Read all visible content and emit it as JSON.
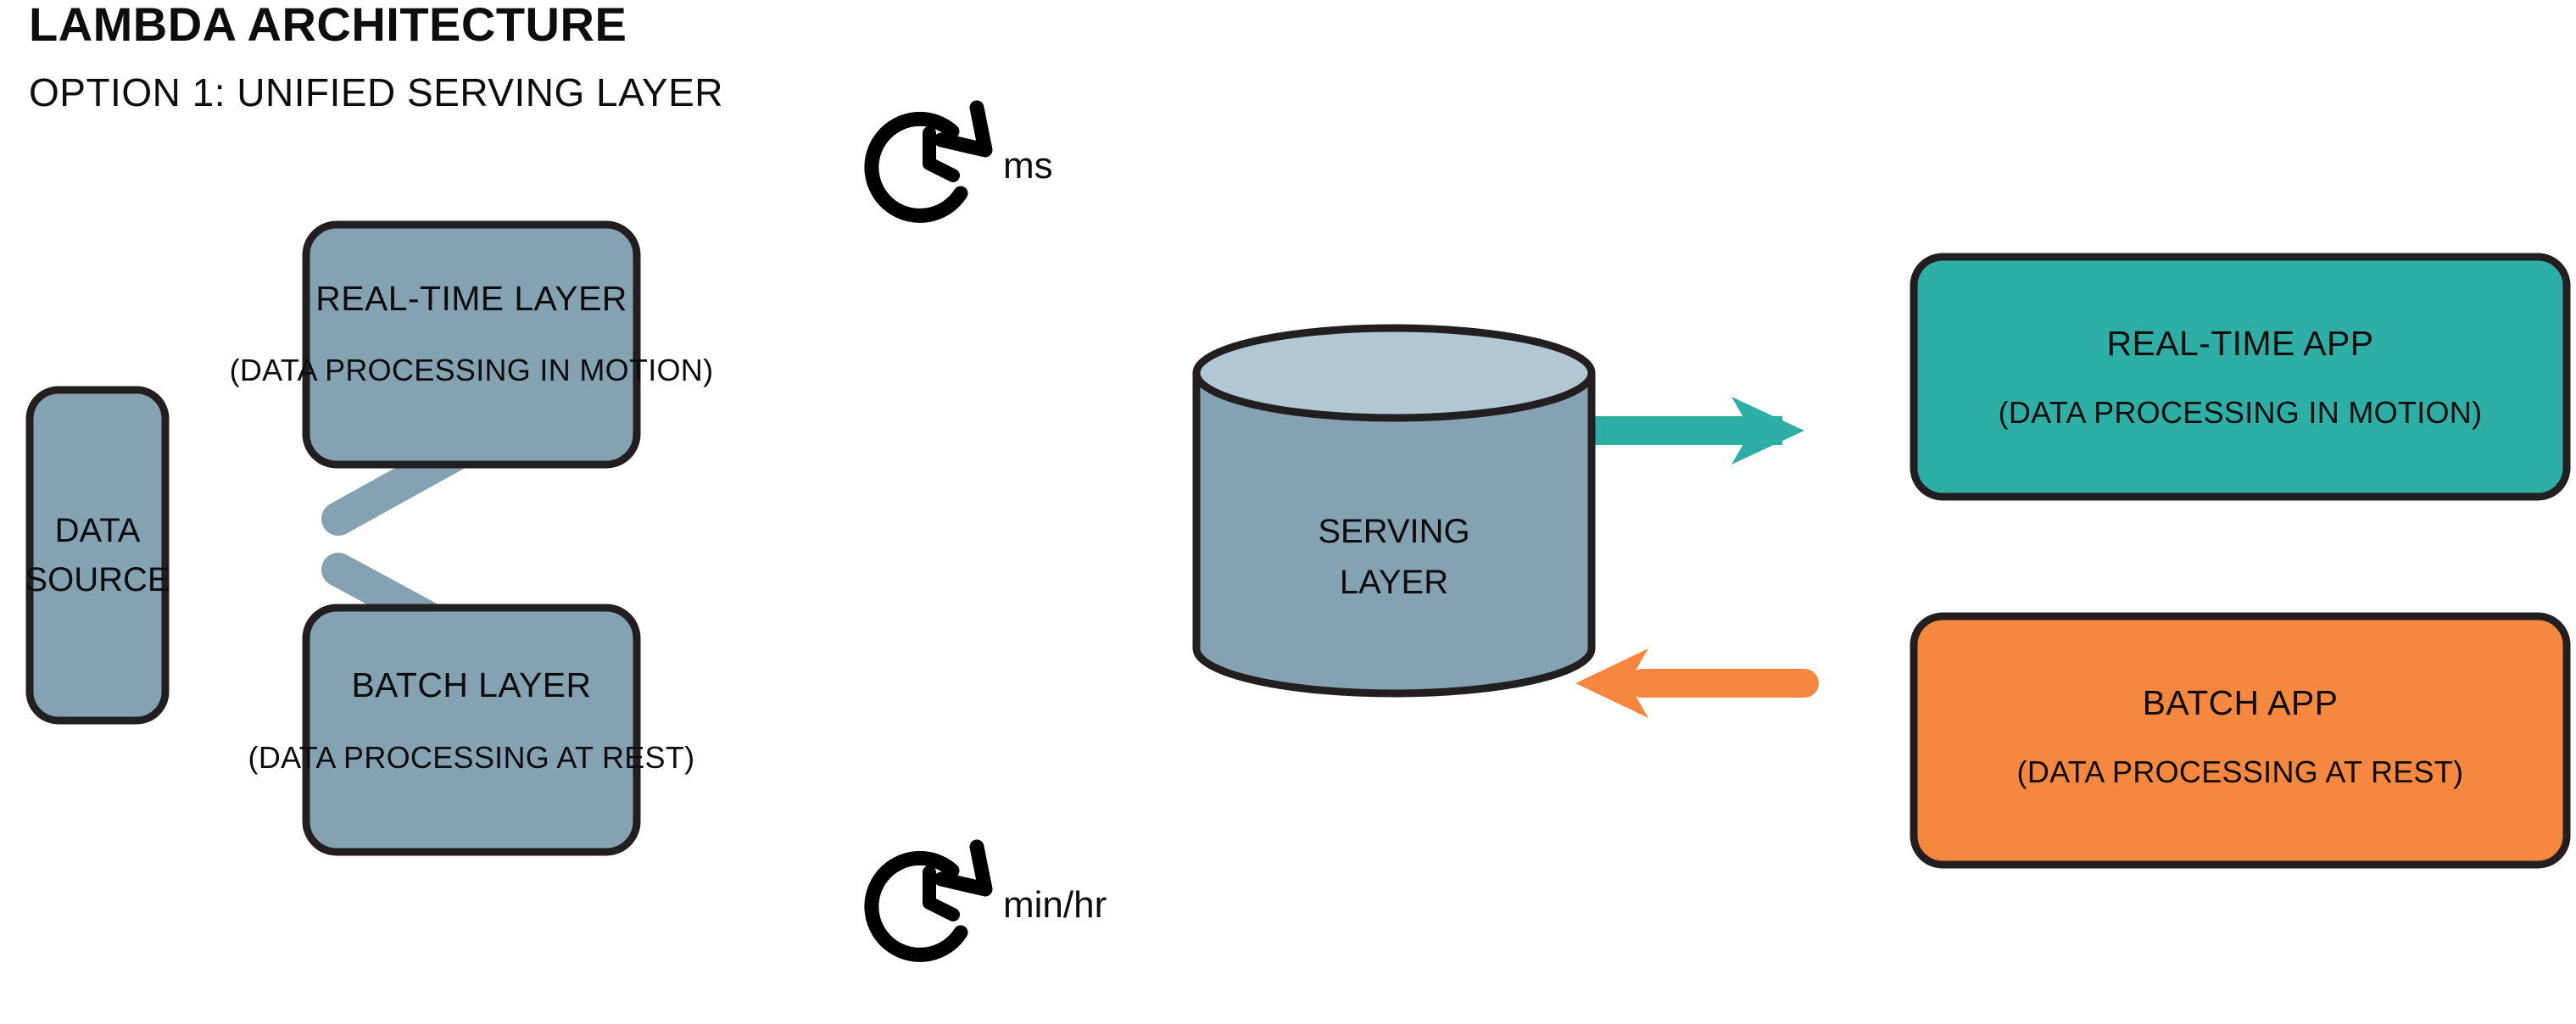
{
  "header": {
    "title": "LAMBDA ARCHITECTURE",
    "subtitle": "OPTION 1: UNIFIED SERVING LAYER"
  },
  "colors": {
    "slate_fill": "#85a2b2",
    "slate_top": "#b1c8d4",
    "teal": "#2eafa6",
    "orange": "#f5883e",
    "outline": "#231f20",
    "arrow_gray": "#85a2b2",
    "background": "#ffffff",
    "text": "#0d0d0d"
  },
  "nodes": {
    "data_source": {
      "label_line1": "DATA",
      "label_line2": "SOURCE",
      "fill": "#85a2b2"
    },
    "realtime_layer": {
      "title": "REAL-TIME LAYER",
      "subtitle": "(DATA PROCESSING IN MOTION)",
      "fill": "#85a2b2"
    },
    "batch_layer": {
      "title": "BATCH LAYER",
      "subtitle": "(DATA PROCESSING AT REST)",
      "fill": "#85a2b2"
    },
    "serving_layer": {
      "label_line1": "SERVING",
      "label_line2": "LAYER",
      "fill": "#85a2b2",
      "top_fill": "#b1c8d4"
    },
    "realtime_app": {
      "title": "REAL-TIME APP",
      "subtitle": "(DATA PROCESSING IN MOTION)",
      "fill": "#2eafa6"
    },
    "batch_app": {
      "title": "BATCH APP",
      "subtitle": "(DATA PROCESSING AT REST)",
      "fill": "#f5883e"
    }
  },
  "annotations": {
    "realtime_latency": {
      "icon": "clock-arrow-icon",
      "label": "ms"
    },
    "batch_latency": {
      "icon": "clock-arrow-icon",
      "label": "min/hr"
    }
  },
  "edges": [
    {
      "name": "source-to-realtime",
      "from": "data_source",
      "to": "realtime_layer",
      "color": "#85a2b2",
      "direction": "up-right"
    },
    {
      "name": "source-to-batch",
      "from": "data_source",
      "to": "batch_layer",
      "color": "#85a2b2",
      "direction": "down-right"
    },
    {
      "name": "serving-to-realtime-app",
      "from": "serving_layer",
      "to": "realtime_app",
      "color": "#2eafa6",
      "direction": "right"
    },
    {
      "name": "batch-app-to-serving",
      "from": "batch_app",
      "to": "serving_layer",
      "color": "#f5883e",
      "direction": "left"
    }
  ]
}
